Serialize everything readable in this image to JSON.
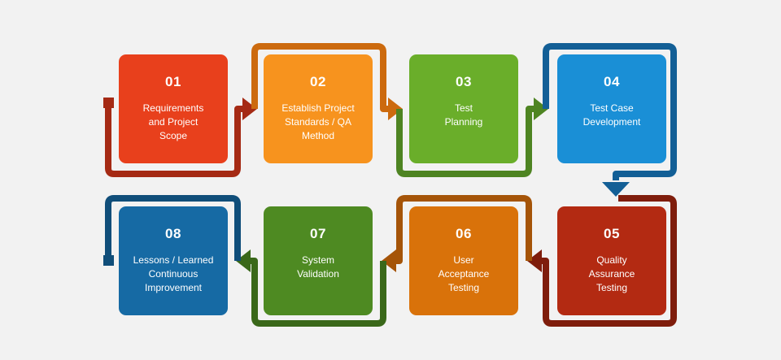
{
  "steps": [
    {
      "number": "01",
      "label": "Requirements\nand Project\nScope",
      "color": "#e8401c",
      "dark": "#a52a14"
    },
    {
      "number": "02",
      "label": "Establish Project\nStandards / QA\nMethod",
      "color": "#f7931e",
      "dark": "#cc6a0e"
    },
    {
      "number": "03",
      "label": "Test\nPlanning",
      "color": "#6aae2a",
      "dark": "#4e8422"
    },
    {
      "number": "04",
      "label": "Test Case\nDevelopment",
      "color": "#1a8fd6",
      "dark": "#135f96"
    },
    {
      "number": "05",
      "label": "Quality\nAssurance\nTesting",
      "color": "#b32a12",
      "dark": "#7f1d0c"
    },
    {
      "number": "06",
      "label": "User\nAcceptance\nTesting",
      "color": "#d9720a",
      "dark": "#a55408"
    },
    {
      "number": "07",
      "label": "System\nValidation",
      "color": "#4e8a22",
      "dark": "#3a681a"
    },
    {
      "number": "08",
      "label": "Lessons / Learned\nContinuous\nImprovement",
      "color": "#166aa4",
      "dark": "#104e7a"
    }
  ]
}
